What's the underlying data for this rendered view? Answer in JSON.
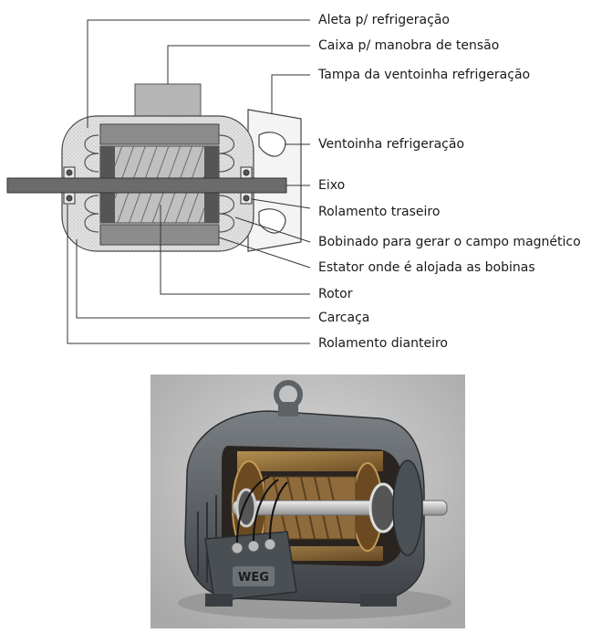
{
  "labels": {
    "aleta": "Aleta p/ refrigeração",
    "caixa": "Caixa p/ manobra de tensão",
    "tampa": "Tampa da ventoinha refrigeração",
    "ventoinha": "Ventoinha refrigeração",
    "eixo": "Eixo",
    "rolamento_traseiro": "Rolamento traseiro",
    "bobinado": "Bobinado para gerar o campo magnético",
    "estator": "Estator onde é alojada as bobinas",
    "rotor": "Rotor",
    "carcaca": "Carcaça",
    "rolamento_dianteiro": "Rolamento dianteiro"
  },
  "photo": {
    "brand": "WEG"
  },
  "colors": {
    "housing": "#d9d9d9",
    "stator": "#8a8a8a",
    "rotor_dark": "#5a5a5a",
    "shaft": "#6b6b6b",
    "line": "#333333"
  }
}
